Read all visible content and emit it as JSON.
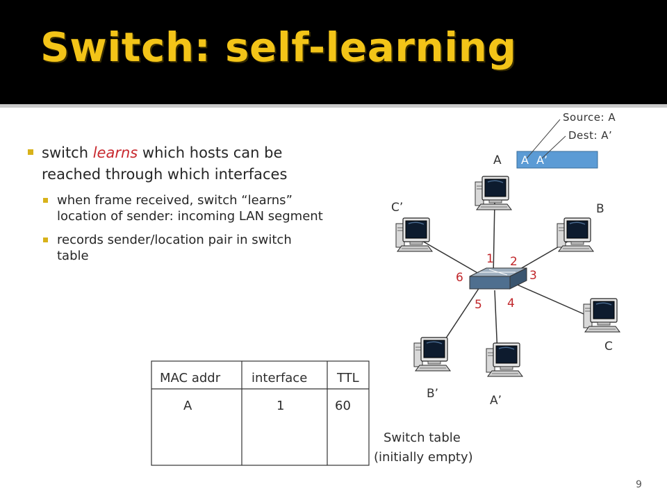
{
  "slide": {
    "title": "Switch: self-learning",
    "page_number": "9"
  },
  "bullets": {
    "main_pre": "switch ",
    "main_em": "learns",
    "main_post": " which hosts can be reached through which interfaces",
    "sub1": "when frame received, switch “learns”  location of sender: incoming LAN segment",
    "sub2": "records sender/location pair in switch table"
  },
  "frame": {
    "source_label": "Source: A",
    "dest_label": "Dest: A’",
    "field_src": "A",
    "field_dst": "A’",
    "color": "#5b9bd5"
  },
  "hosts": {
    "A": "A",
    "B": "B",
    "C": "C",
    "C_prime": "C’",
    "B_prime": "B’",
    "A_prime": "A’"
  },
  "ports": [
    "1",
    "2",
    "3",
    "4",
    "5",
    "6"
  ],
  "switch_table": {
    "headers": [
      "MAC addr",
      "interface",
      "TTL"
    ],
    "row": [
      "A",
      "1",
      "60"
    ],
    "caption_line1": "Switch table",
    "caption_line2": "(initially empty)"
  },
  "colors": {
    "title": "#f3c418",
    "accent": "#c8282e",
    "bullet": "#d8b21a"
  }
}
